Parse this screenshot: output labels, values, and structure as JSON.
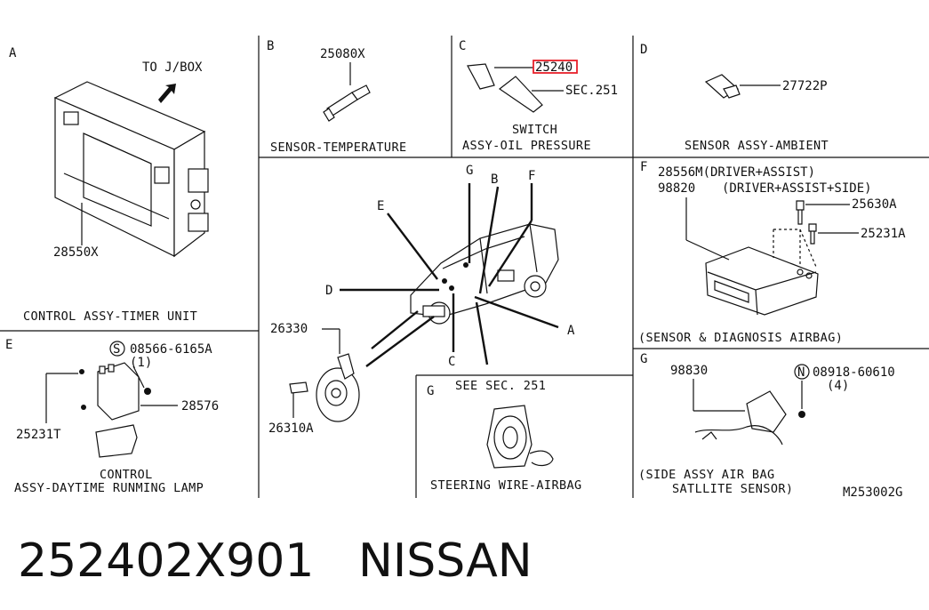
{
  "sections": {
    "A": {
      "letter": "A",
      "part": "28550X",
      "note": "TO J/BOX",
      "caption": "CONTROL ASSY-TIMER UNIT"
    },
    "B": {
      "letter": "B",
      "part": "25080X",
      "caption": "SENSOR-TEMPERATURE"
    },
    "C": {
      "letter": "C",
      "part": "25240",
      "ref": "SEC.251",
      "caption_line1": "SWITCH",
      "caption_line2": "ASSY-OIL PRESSURE"
    },
    "D": {
      "letter": "D",
      "part": "27722P",
      "caption": "SENSOR ASSY-AMBIENT"
    },
    "E": {
      "letter": "E",
      "part_bolt": "08566-6165A",
      "bolt_qty": "(1)",
      "part1": "25231T",
      "part2": "28576",
      "caption_line1": "CONTROL",
      "caption_line2": "ASSY-DAYTIME RUNMING LAMP"
    },
    "F": {
      "letter": "F",
      "part1": "28556M(DRIVER+ASSIST)",
      "part2": "98820",
      "part2_note": "(DRIVER+ASSIST+SIDE)",
      "bolt1": "25630A",
      "bolt2": "25231A",
      "caption": "(SENSOR & DIAGNOSIS AIRBAG)"
    },
    "G": {
      "letter": "G",
      "part": "98830",
      "part_bolt": "08918-60610",
      "bolt_qty": "(4)",
      "caption_line1": "(SIDE ASSY AIR BAG",
      "caption_line2": "SATLLITE SENSOR)",
      "drawing_no": "M253002G"
    },
    "G2": {
      "letter": "G",
      "ref": "SEE SEC. 251",
      "caption": "STEERING WIRE-AIRBAG"
    },
    "center": {
      "callouts": [
        "G",
        "B",
        "F",
        "E",
        "D",
        "A",
        "C"
      ],
      "horn_part1": "26330",
      "horn_part2": "26310A"
    }
  },
  "footer": {
    "part_number": "252402X901",
    "brand": "NISSAN"
  },
  "colors": {
    "highlight": "#e8202a",
    "ink": "#111111"
  }
}
